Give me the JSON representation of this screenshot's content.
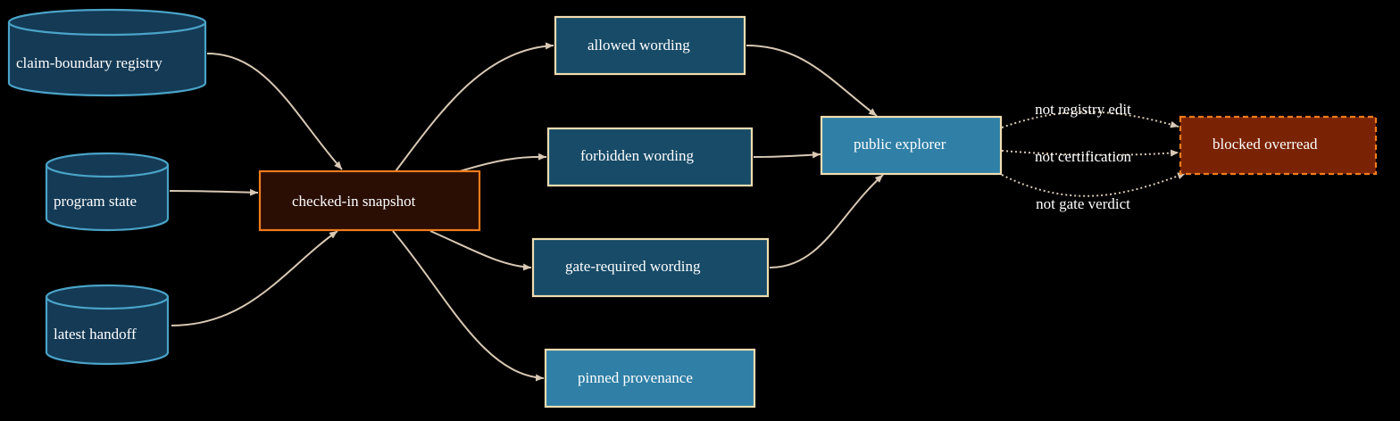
{
  "nodes": {
    "registry": {
      "label": "claim-boundary registry",
      "fill": "#143a55",
      "stroke": "#4aa3c8"
    },
    "program_state": {
      "label": "program state",
      "fill": "#143a55",
      "stroke": "#4aa3c8"
    },
    "latest_handoff": {
      "label": "latest handoff",
      "fill": "#143a55",
      "stroke": "#4aa3c8"
    },
    "snapshot": {
      "label": "checked-in snapshot",
      "fill": "#2a0e04",
      "stroke": "#f07b1c"
    },
    "allowed": {
      "label": "allowed wording",
      "fill": "#174b68",
      "stroke": "#f1ddb0"
    },
    "forbidden": {
      "label": "forbidden wording",
      "fill": "#174b68",
      "stroke": "#f1ddb0"
    },
    "gate_required": {
      "label": "gate-required wording",
      "fill": "#174b68",
      "stroke": "#f1ddb0"
    },
    "provenance": {
      "label": "pinned provenance",
      "fill": "#2f7fa6",
      "stroke": "#f1ddb0"
    },
    "explorer": {
      "label": "public explorer",
      "fill": "#2f7fa6",
      "stroke": "#f1ddb0"
    },
    "blocked": {
      "label": "blocked overread",
      "fill": "#7a2304",
      "stroke": "#f07b1c"
    }
  },
  "edge_labels": {
    "not_registry_edit": "not registry edit",
    "not_certification": "not certification",
    "not_gate_verdict": "not gate verdict"
  },
  "colors": {
    "background": "#000000",
    "edge": "#d8c8b4"
  }
}
